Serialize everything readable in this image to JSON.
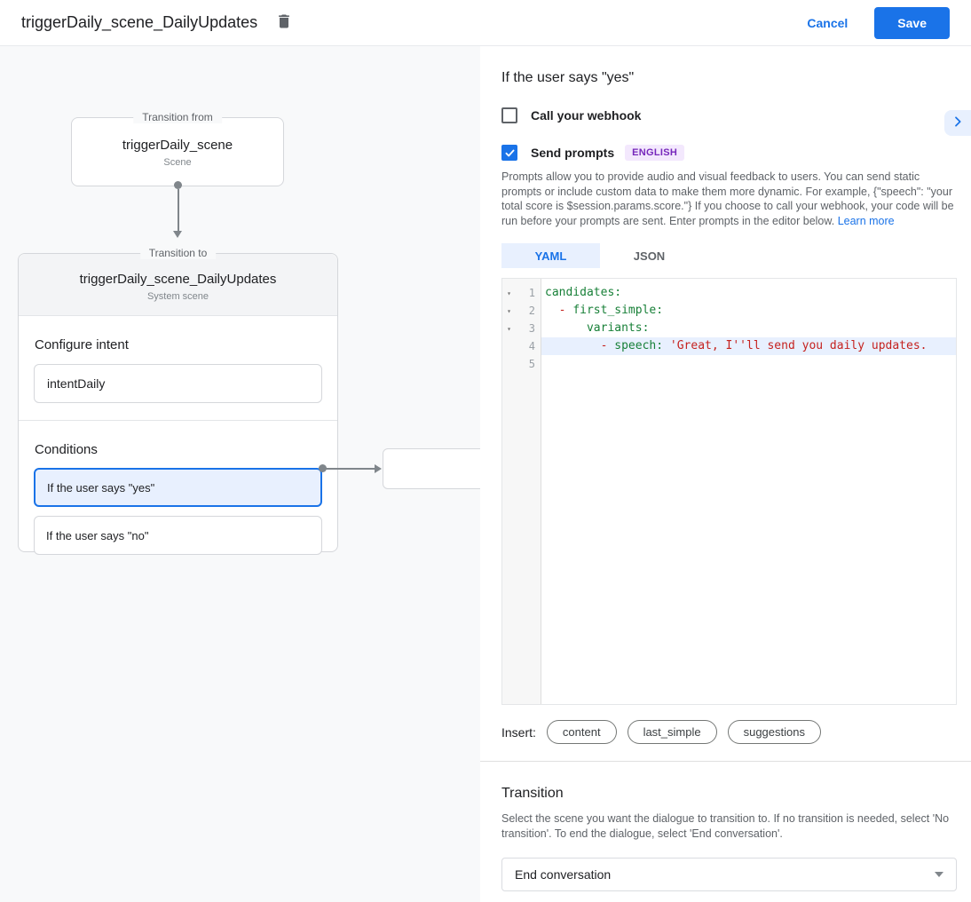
{
  "header": {
    "title": "triggerDaily_scene_DailyUpdates",
    "cancel_label": "Cancel",
    "save_label": "Save"
  },
  "canvas": {
    "from_node": {
      "legend": "Transition from",
      "title": "triggerDaily_scene",
      "subtitle": "Scene"
    },
    "to_node": {
      "legend": "Transition to",
      "title": "triggerDaily_scene_DailyUpdates",
      "subtitle": "System scene",
      "configure_intent": {
        "label": "Configure intent",
        "value": "intentDaily"
      },
      "conditions": {
        "label": "Conditions",
        "items": [
          {
            "label": "If the user says \"yes\"",
            "selected": true
          },
          {
            "label": "If the user says \"no\"",
            "selected": false
          }
        ]
      }
    }
  },
  "panel": {
    "title": "If the user says \"yes\"",
    "expand_icon": "chevron-right-icon",
    "webhook": {
      "label": "Call your webhook",
      "checked": false
    },
    "send_prompts": {
      "label": "Send prompts",
      "badge": "ENGLISH",
      "checked": true
    },
    "description": "Prompts allow you to provide audio and visual feedback to users. You can send static prompts or include custom data to make them more dynamic. For example, {\"speech\": \"your total score is $session.params.score.\"} If you choose to call your webhook, your code will be run before your prompts are sent. Enter prompts in the editor below.",
    "learn_more": "Learn more",
    "tabs": [
      {
        "label": "YAML",
        "active": true
      },
      {
        "label": "JSON",
        "active": false
      }
    ],
    "editor": {
      "lines": [
        {
          "num": 1,
          "fold": true,
          "active": false,
          "tokens": [
            {
              "c": "key",
              "t": "candidates:"
            }
          ]
        },
        {
          "num": 2,
          "fold": true,
          "active": false,
          "tokens": [
            {
              "c": "plain",
              "t": "  "
            },
            {
              "c": "dash",
              "t": "- "
            },
            {
              "c": "key",
              "t": "first_simple:"
            }
          ]
        },
        {
          "num": 3,
          "fold": true,
          "active": false,
          "tokens": [
            {
              "c": "plain",
              "t": "      "
            },
            {
              "c": "key",
              "t": "variants:"
            }
          ]
        },
        {
          "num": 4,
          "fold": false,
          "active": true,
          "tokens": [
            {
              "c": "plain",
              "t": "        "
            },
            {
              "c": "dash",
              "t": "- "
            },
            {
              "c": "key",
              "t": "speech: "
            },
            {
              "c": "str",
              "t": "'Great, I''ll send you daily updates."
            }
          ]
        },
        {
          "num": 5,
          "fold": false,
          "active": false,
          "tokens": []
        }
      ]
    },
    "insert": {
      "label": "Insert:",
      "chips": [
        "content",
        "last_simple",
        "suggestions"
      ]
    },
    "transition": {
      "title": "Transition",
      "description": "Select the scene you want the dialogue to transition to. If no transition is needed, select 'No transition'. To end the dialogue, select 'End conversation'.",
      "selected_value": "End conversation"
    }
  },
  "colors": {
    "accent": "#1a73e8",
    "selected_fill": "#e8f0fe",
    "badge_bg": "#f3e8fd",
    "badge_text": "#7627bb",
    "code_key": "#188038",
    "code_string": "#c5221f"
  }
}
